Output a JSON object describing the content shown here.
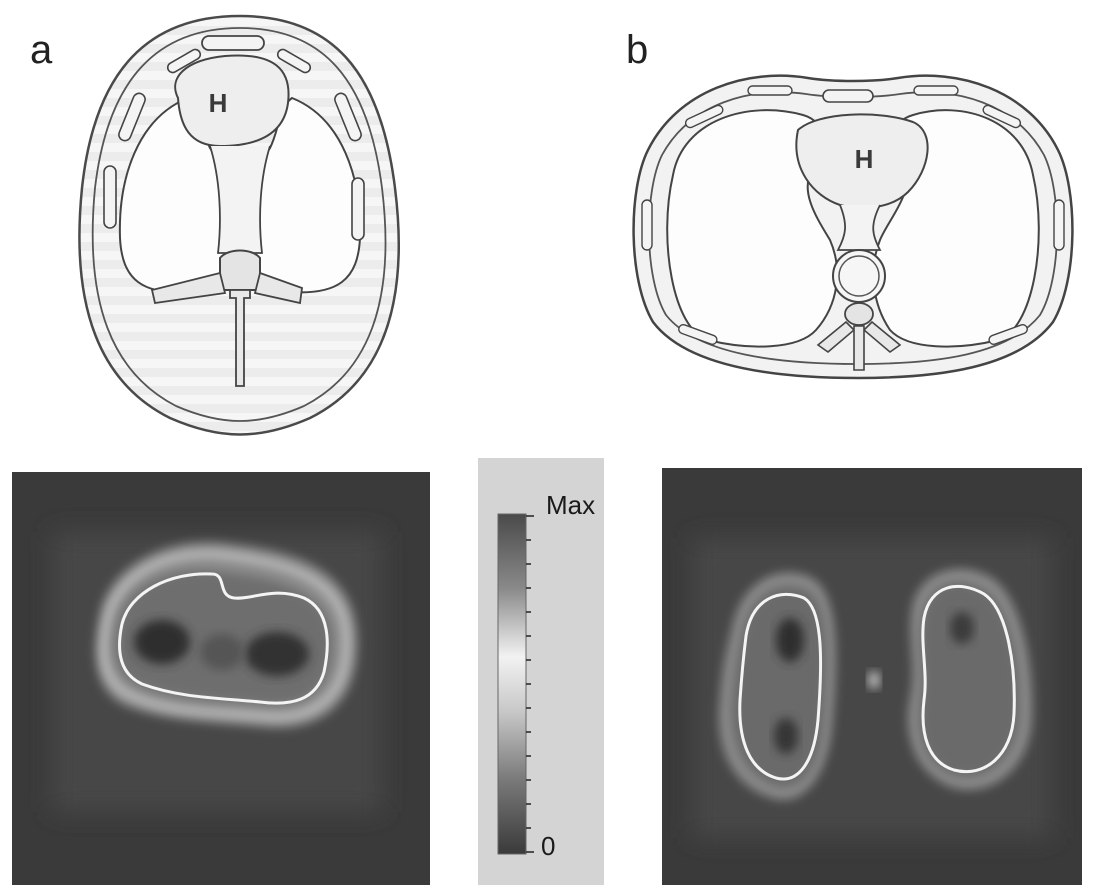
{
  "panels": {
    "a": {
      "letter": "a",
      "heart_label": "H"
    },
    "b": {
      "letter": "b",
      "heart_label": "H"
    }
  },
  "colorbar": {
    "max_label": "Max",
    "min_label": "0"
  }
}
